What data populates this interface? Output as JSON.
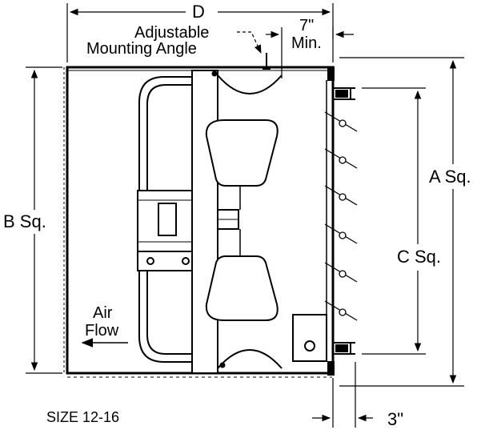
{
  "dimensions": {
    "d": "D",
    "seven_min_line1": "7\"",
    "seven_min_line2": "Min.",
    "a": "A Sq.",
    "b": "B Sq.",
    "c": "C Sq.",
    "three": "3\""
  },
  "annotations": {
    "mounting_line1": "Adjustable",
    "mounting_line2": "Mounting Angle",
    "air_line1": "Air",
    "air_line2": "Flow",
    "size": "SIZE 12-16"
  }
}
